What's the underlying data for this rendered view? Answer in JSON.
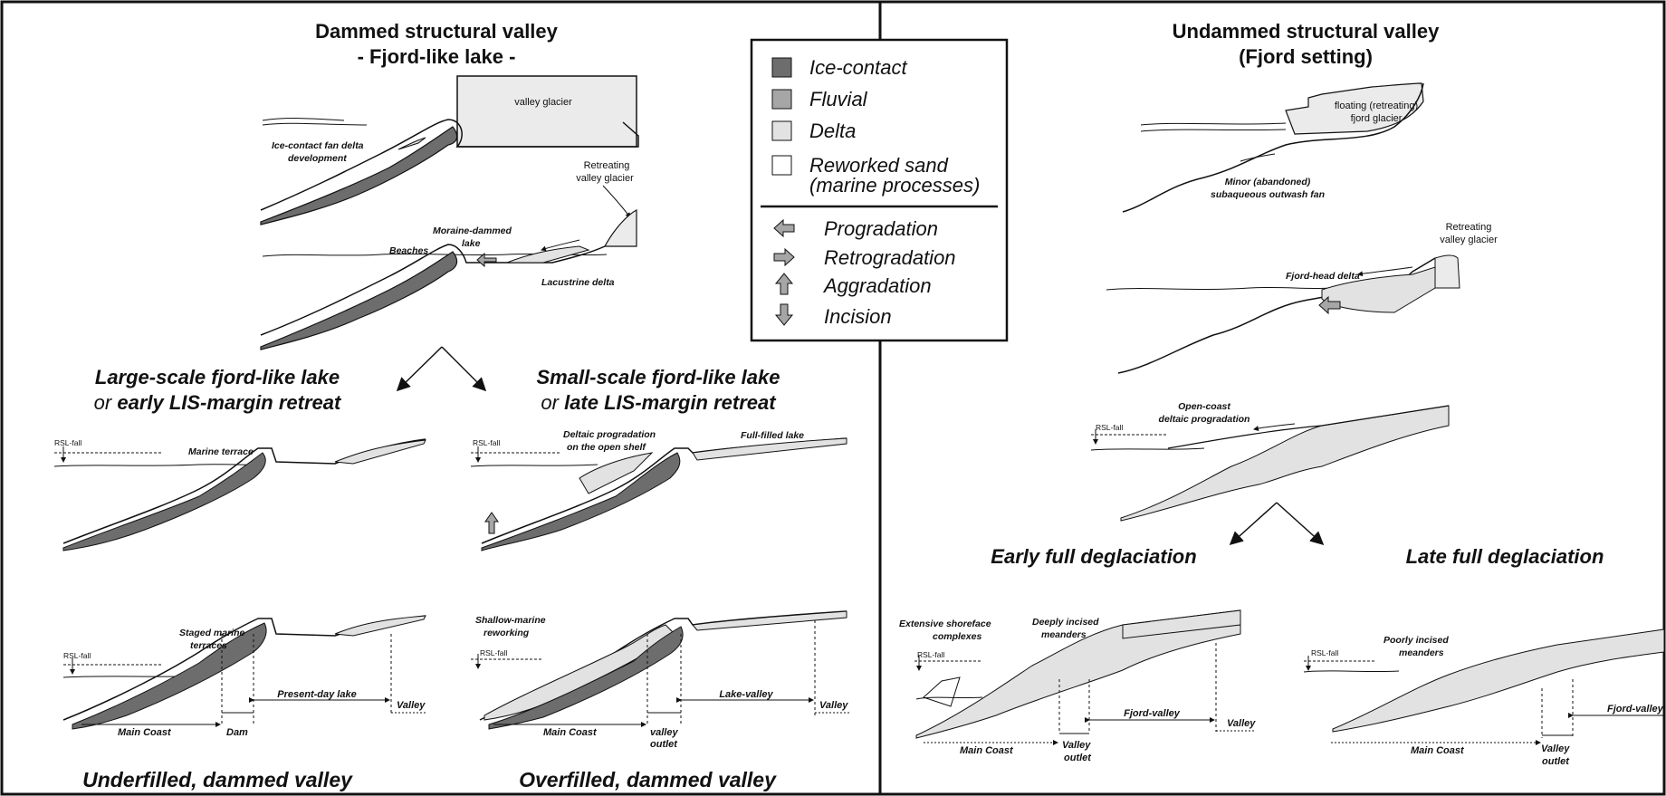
{
  "colors": {
    "ice_contact": "#6d6d6d",
    "fluvial": "#a6a6a6",
    "delta": "#e2e2e2",
    "reworked_sand": "#ffffff",
    "glacier": "#e8e8e8",
    "outline": "#222222"
  },
  "left_panel": {
    "title_line1": "Dammed structural valley",
    "title_line2": "- Fjord-like lake -",
    "top_section": {
      "valley_glacier": "valley glacier",
      "ice_contact_fan_1": "Ice-contact fan delta",
      "ice_contact_fan_2": "development",
      "retreating_1": "Retreating",
      "retreating_2": "valley glacier",
      "moraine_1": "Moraine-dammed",
      "moraine_2": "lake",
      "beaches": "Beaches",
      "lacustrine_delta": "Lacustrine delta"
    },
    "branch_left": {
      "title_line1": "Large-scale fjord-like lake",
      "title_line2_prefix": "or ",
      "title_line2_bold": "early LIS-margin retreat",
      "marine_terrace": "Marine terrace",
      "rsl_fall": "RSL-fall",
      "staged_1": "Staged marine",
      "staged_2": "terraces",
      "rsl_fall_2": "RSL-fall",
      "present_day_lake": "Present-day lake",
      "valley": "Valley",
      "main_coast": "Main Coast",
      "dam": "Dam",
      "bottom": "Underfilled, dammed valley"
    },
    "branch_right": {
      "title_line1": "Small-scale fjord-like lake",
      "title_line2_prefix": "or ",
      "title_line2_bold": "late LIS-margin retreat",
      "rsl_fall": "RSL-fall",
      "deltaic_1": "Deltaic progradation",
      "deltaic_2": "on the open shelf",
      "full_filled": "Full-filled lake",
      "shallow_1": "Shallow-marine",
      "shallow_2": "reworking",
      "rsl_fall_2": "RSL-fall",
      "lake_valley": "Lake-valley",
      "valley": "Valley",
      "main_coast": "Main Coast",
      "outlet_1": "valley",
      "outlet_2": "outlet",
      "bottom": "Overfilled, dammed valley"
    }
  },
  "legend": {
    "ice_contact": "Ice-contact",
    "fluvial": "Fluvial",
    "delta": "Delta",
    "reworked_1": "Reworked sand",
    "reworked_2": "(marine processes)",
    "progradation": "Progradation",
    "retrogradation": "Retrogradation",
    "aggradation": "Aggradation",
    "incision": "Incision"
  },
  "right_panel": {
    "title_line1": "Undammed structural valley",
    "title_line2": "(Fjord setting)",
    "floating_1": "floating (retreating)",
    "floating_2": "fjord glacier",
    "minor_1": "Minor (abandoned)",
    "minor_2": "subaqueous outwash fan",
    "retreating_1": "Retreating",
    "retreating_2": "valley glacier",
    "fjord_head_delta": "Fjord-head delta",
    "open_coast_1": "Open-coast",
    "open_coast_2": "deltaic progradation",
    "rsl_fall": "RSL-fall",
    "early": "Early full deglaciation",
    "late": "Late full deglaciation",
    "extensive_1": "Extensive shoreface",
    "extensive_2": "complexes",
    "deeply_1": "Deeply incised",
    "deeply_2": "meanders",
    "rsl_fall_2": "RSL-fall",
    "fjord_valley": "Fjord-valley",
    "valley": "Valley",
    "main_coast": "Main Coast",
    "valley_outlet_1": "Valley",
    "valley_outlet_2": "outlet",
    "poorly_1": "Poorly incised",
    "poorly_2": "meanders",
    "rsl_fall_3": "RSL-fall",
    "fjord_valley_2": "Fjord-valley",
    "main_coast_2": "Main Coast",
    "valley_outlet_3": "Valley",
    "valley_outlet_4": "outlet"
  }
}
